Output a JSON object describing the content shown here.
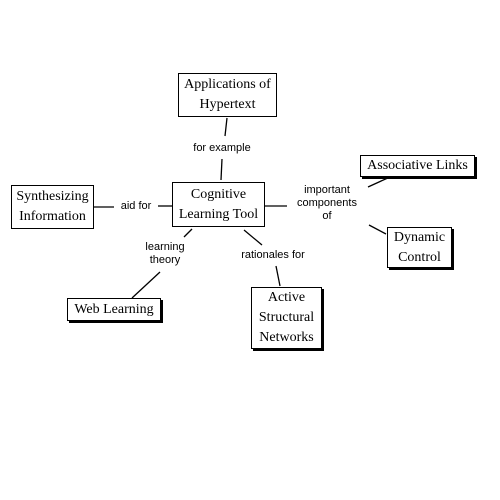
{
  "nodes": {
    "center": "Cognitive\nLearning Tool",
    "hypertext": "Applications of\nHypertext",
    "synth": "Synthesizing\nInformation",
    "assoc": "Associative Links",
    "dynamic": "Dynamic\nControl",
    "web": "Web Learning",
    "active": "Active\nStructural\nNetworks"
  },
  "links": {
    "example": "for example",
    "aidfor": "aid for",
    "important": "important\ncomponents\nof",
    "learning": "learning\ntheory",
    "rationales": "rationales for"
  }
}
